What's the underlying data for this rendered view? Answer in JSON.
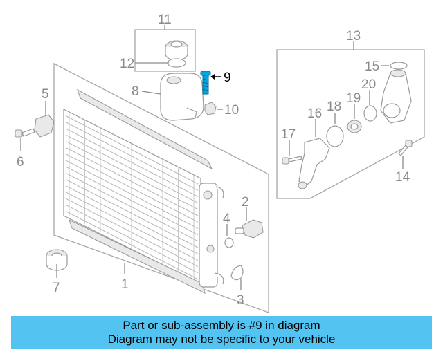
{
  "callouts": {
    "c1": "1",
    "c2": "2",
    "c3": "3",
    "c4": "4",
    "c5": "5",
    "c6": "6",
    "c7": "7",
    "c8": "8",
    "c9": "9",
    "c10": "10",
    "c11": "11",
    "c12": "12",
    "c13": "13",
    "c14": "14",
    "c15": "15",
    "c16": "16",
    "c17": "17",
    "c18": "18",
    "c19": "19",
    "c20": "20"
  },
  "highlight_part": "9",
  "colors": {
    "banner": "#53c3f2",
    "highlight": "#00a6e6",
    "line": "#9a9a9a"
  },
  "banner": {
    "line1": "Part or sub-assembly is #9 in diagram",
    "line2": "Diagram may not be specific to your vehicle"
  }
}
